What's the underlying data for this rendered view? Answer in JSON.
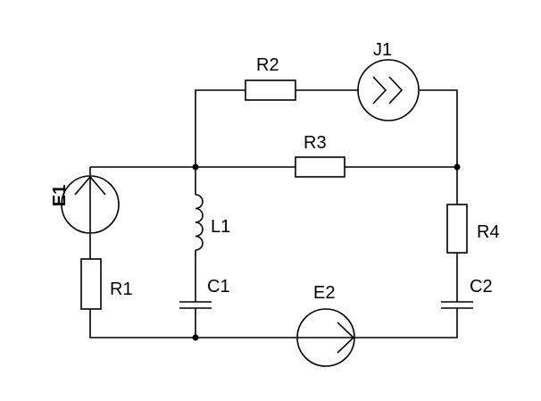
{
  "components": {
    "E1": "E1",
    "R1": "R1",
    "L1": "L1",
    "C1": "C1",
    "R2": "R2",
    "J1": "J1",
    "R3": "R3",
    "R4": "R4",
    "C2": "C2",
    "E2": "E2"
  }
}
